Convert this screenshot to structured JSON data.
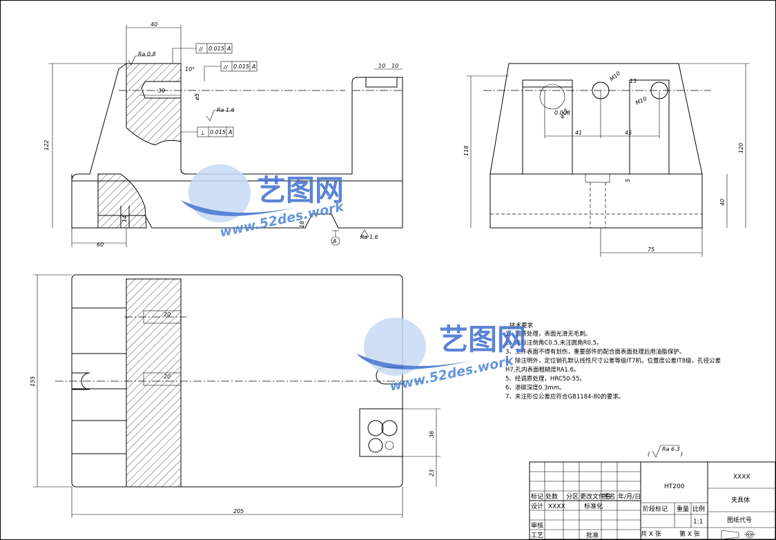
{
  "dimensions": {
    "d40": "40",
    "d30": "30",
    "d122": "122",
    "d60": "60",
    "d10a": "10",
    "d10b": "10",
    "d14": "14",
    "d18": "18",
    "ra08": "Ra 0.8",
    "ra16": "Ra 1.6",
    "ra16b": "Ra 1.6",
    "ra63": "Ra 6.3",
    "phi5": "ø5",
    "phi12": "ø12",
    "m10a": "M10",
    "m10b": "M10",
    "d15": "15",
    "d41": "41",
    "d45": "45",
    "d118": "118",
    "d120": "120",
    "d5": "5",
    "d40b": "40",
    "d75": "75",
    "d155": "155",
    "d205": "205",
    "d20a": "20",
    "d20b": "20",
    "d36": "36",
    "d23": "23",
    "datumA": "A",
    "flatness": "0.008",
    "angle": "10°"
  },
  "tolerances": [
    {
      "symbol": "//",
      "value": "0.015",
      "datum": "A"
    },
    {
      "symbol": "//",
      "value": "0.015",
      "datum": "A"
    },
    {
      "symbol": "⊥",
      "value": "0.015",
      "datum": "A"
    }
  ],
  "notes": {
    "title": "技术要求",
    "lines": [
      "1、调质处理，表面光滑无毛刺。",
      "2、未标注倒角C0.5,未注圆角R0.5。",
      "3、工件表面不得有划伤，重要部件的配合面表面处理后用油脂保护。",
      "4、除注明外，定位销孔默认线性尺寸公差等级IT7机，位置度公差IT8级，孔径公差",
      "H7,孔内表面粗糙度RA1.6。",
      "5、经调质处理，HRC50-55。",
      "6、渗碳深度0.3mm。",
      "7、未注形位公差应符合GB1184-80的要求。"
    ]
  },
  "watermark": {
    "brand": "艺图网",
    "url": "www.52des.work"
  },
  "title_block": {
    "material": "HT200",
    "company": "XXXX",
    "part_name": "夹具体",
    "drawing_no_label": "图纸代号",
    "row_mark": "标记",
    "row_count": "处数",
    "row_zone": "分区",
    "row_doc": "更改文件号",
    "row_sign": "签名",
    "row_date": "年/月/日",
    "design": "设计",
    "design_val": "XXXX",
    "std": "标准化",
    "stage": "阶段标记",
    "weight": "重量",
    "scale_lbl": "比例",
    "scale": "1:1",
    "review": "审核",
    "process": "工艺",
    "approve": "批准",
    "total_sheets": "共 X 张",
    "sheet_no": "第 X 张"
  }
}
